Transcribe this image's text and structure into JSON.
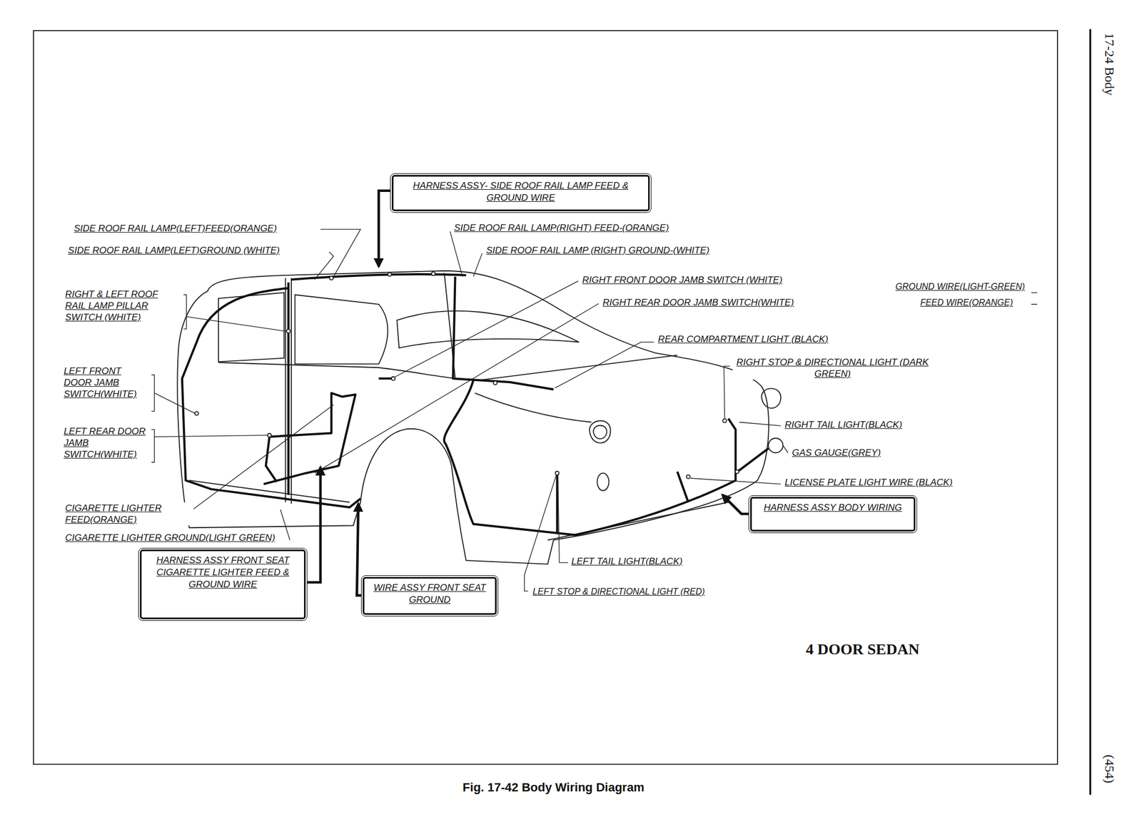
{
  "diagram": {
    "caption": "Fig. 17-42 Body Wiring Diagram",
    "nodes": [
      {
        "text": [
          "HARNESS ASSY- SIDE ROOF RAIL LAMP FEED & GROUND WIRE"
        ]
      },
      {
        "text": [
          "HARNESS ASSY FRONT SEAT CIGARETTE LIGHTER FEED & GROUND WIRE"
        ]
      },
      {
        "text": [
          "WIRE ASSY FRONT SEAT GROUND"
        ]
      },
      {
        "text": [
          "HARNESS ASSY BODY WIRING"
        ]
      }
    ],
    "labels": [
      "17-24 Body",
      "(454)",
      "SIDE ROOF RAIL LAMP(LEFT)FEED(ORANGE)",
      "SIDE ROOF RAIL LAMP(LEFT)GROUND (WHITE)",
      "RIGHT & LEFT ROOF RAIL LAMP PILLAR SWITCH (WHITE)",
      "LEFT FRONT DOOR JAMB SWITCH(WHITE)",
      "LEFT REAR DOOR JAMB SWITCH(WHITE)",
      "CIGARETTE LIGHTER FEED(ORANGE)",
      "CIGARETTE LIGHTER GROUND(LIGHT GREEN)",
      "SIDE ROOF RAIL LAMP(RIGHT) FEED-(ORANGE)",
      "SIDE ROOF RAIL LAMP (RIGHT) GROUND-(WHITE)",
      "RIGHT FRONT DOOR JAMB SWITCH (WHITE)",
      "RIGHT REAR DOOR JAMB SWITCH(WHITE)",
      "GROUND WIRE(LIGHT-GREEN)",
      "FEED WIRE(ORANGE)",
      "REAR COMPARTMENT LIGHT (BLACK)",
      "RIGHT STOP & DIRECTIONAL LIGHT (DARK GREEN)",
      "RIGHT TAIL LIGHT(BLACK)",
      "GAS GAUGE(GREY)",
      "LICENSE PLATE LIGHT WIRE (BLACK)",
      "LEFT TAIL LIGHT(BLACK)",
      "LEFT STOP & DIRECTIONAL LIGHT (RED)",
      "4 DOOR SEDAN"
    ]
  }
}
